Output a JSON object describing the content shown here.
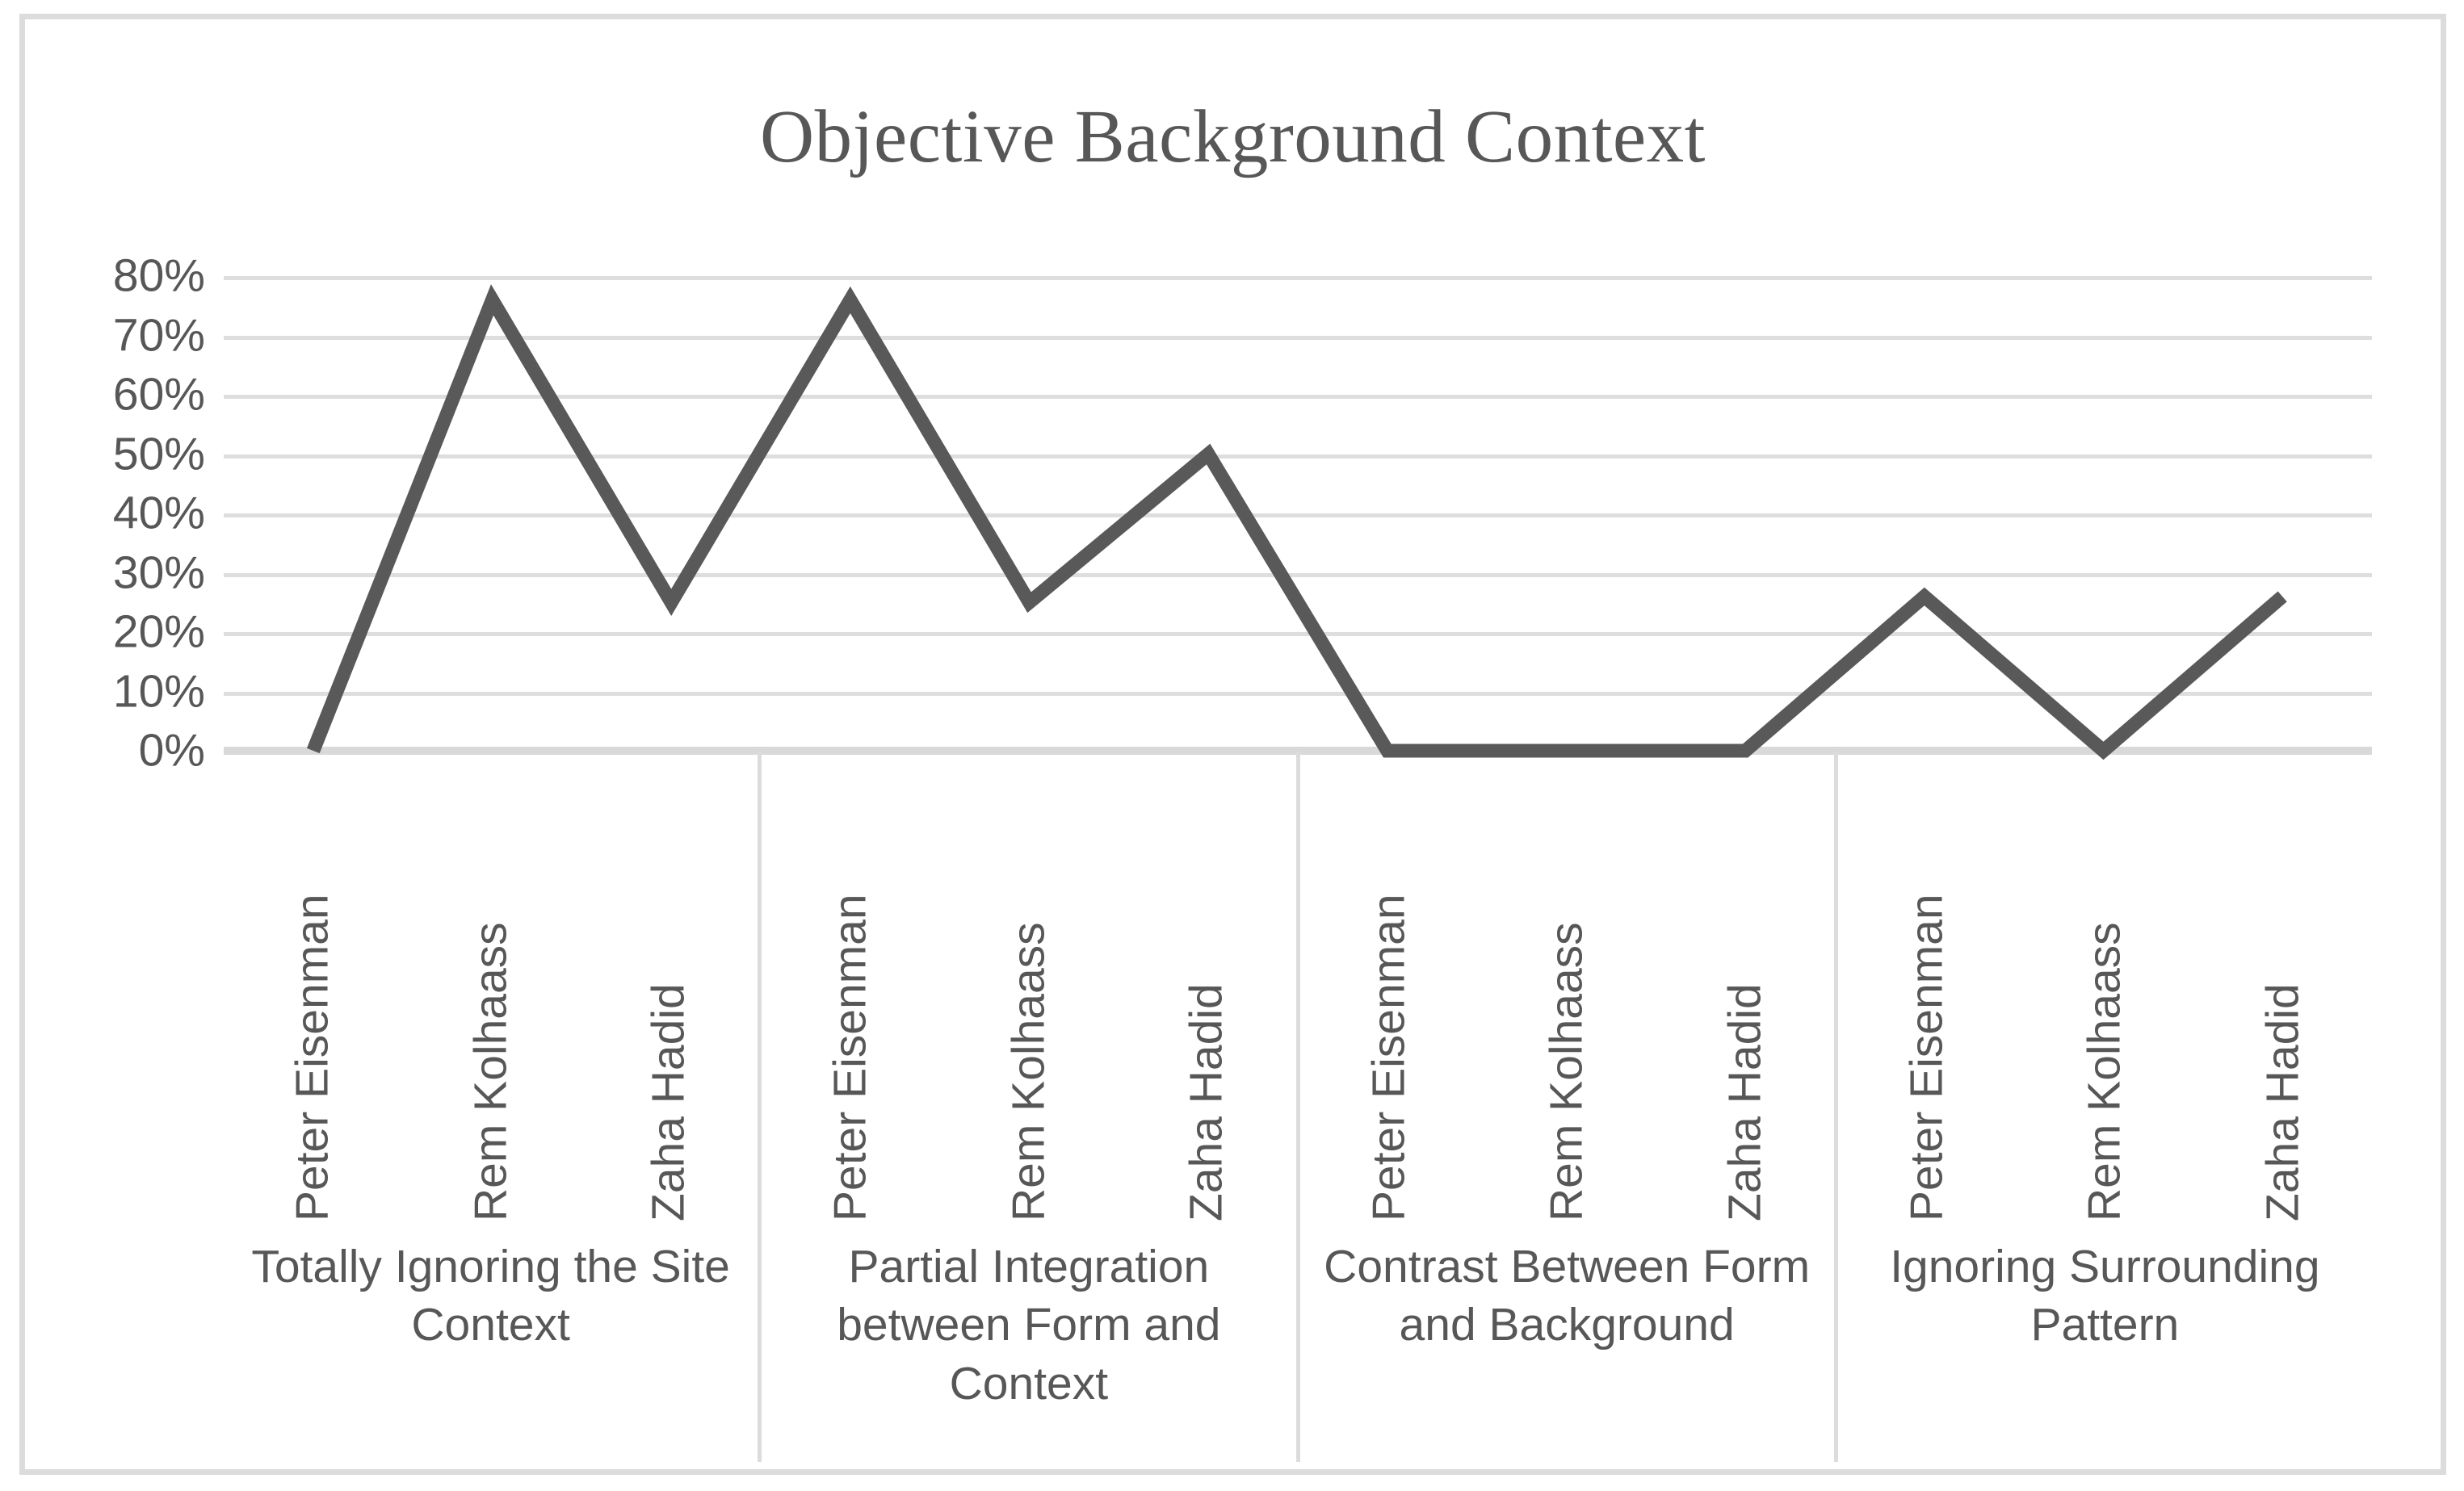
{
  "chart_data": {
    "type": "line",
    "title": "Objective Background Context",
    "xlabel": "",
    "ylabel": "",
    "ylim": [
      0,
      80
    ],
    "y_ticks": [
      "0%",
      "10%",
      "20%",
      "30%",
      "40%",
      "50%",
      "60%",
      "70%",
      "80%"
    ],
    "y_tick_values": [
      0,
      10,
      20,
      30,
      40,
      50,
      60,
      70,
      80
    ],
    "grid": true,
    "legend": "none",
    "groups": [
      {
        "label": "Totally Ignoring the Site Context",
        "categories": [
          "Peter Eisenman",
          "Rem Kolhaass",
          "Zaha Hadid"
        ],
        "values": [
          0,
          76,
          25
        ]
      },
      {
        "label": "Partial Integration between Form and Context",
        "categories": [
          "Peter Eisenman",
          "Rem Kolhaass",
          "Zaha Hadid"
        ],
        "values": [
          76,
          25,
          50
        ]
      },
      {
        "label": "Contrast Between Form and Background",
        "categories": [
          "Peter Eisenman",
          "Rem Kolhaass",
          "Zaha Hadid"
        ],
        "values": [
          0,
          0,
          0
        ]
      },
      {
        "label": "Ignoring Surrounding Pattern",
        "categories": [
          "Peter Eisenman",
          "Rem Kolhaass",
          "Zaha Hadid"
        ],
        "values": [
          26,
          0,
          26
        ]
      }
    ],
    "x": [
      "Peter Eisenman",
      "Rem Kolhaass",
      "Zaha Hadid",
      "Peter Eisenman",
      "Rem Kolhaass",
      "Zaha Hadid",
      "Peter Eisenman",
      "Rem Kolhaass",
      "Zaha Hadid",
      "Peter Eisenman",
      "Rem Kolhaass",
      "Zaha Hadid"
    ],
    "values": [
      0,
      76,
      25,
      76,
      25,
      50,
      0,
      0,
      0,
      26,
      0,
      26
    ]
  },
  "colors": {
    "line": "#595959",
    "gridline": "#dedede",
    "axis": "#d9d9d9",
    "frame": "#dcdcdc",
    "text": "#575757",
    "background": "#ffffff"
  },
  "y_axis": {
    "ticks": [
      "80%",
      "70%",
      "60%",
      "50%",
      "40%",
      "30%",
      "20%",
      "10%",
      "0%"
    ]
  }
}
